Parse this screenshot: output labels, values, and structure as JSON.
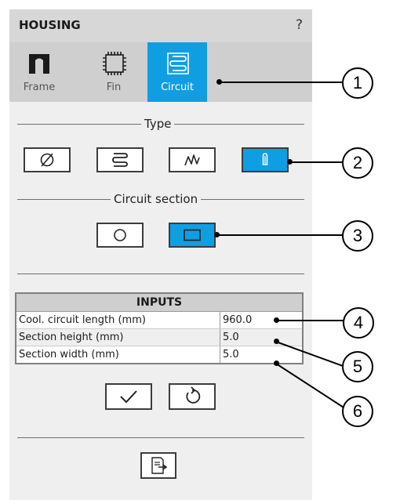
{
  "header": {
    "title": "HOUSING",
    "help": "?"
  },
  "tabs": [
    {
      "label": "Frame",
      "icon": "frame-icon",
      "active": false
    },
    {
      "label": "Fin",
      "icon": "fin-icon",
      "active": false
    },
    {
      "label": "Circuit",
      "icon": "circuit-icon",
      "active": true
    }
  ],
  "type_section": {
    "label": "Type",
    "options": [
      "diameter-icon",
      "serpentine-icon",
      "wave-icon",
      "hairpin-icon"
    ],
    "selected": "hairpin-icon"
  },
  "circuit_section": {
    "label": "Circuit section",
    "options": [
      "circle-section-icon",
      "rectangle-section-icon"
    ],
    "selected": "rectangle-section-icon"
  },
  "inputs": {
    "title": "INPUTS",
    "rows": [
      {
        "label": "Cool. circuit length (mm)",
        "value": "960.0"
      },
      {
        "label": "Section height (mm)",
        "value": "5.0"
      },
      {
        "label": "Section width (mm)",
        "value": "5.0"
      }
    ]
  },
  "callouts": [
    "1",
    "2",
    "3",
    "4",
    "5",
    "6"
  ],
  "colors": {
    "accent": "#109ee3",
    "panel": "#efefef",
    "header": "#d7d7d7",
    "tabbar": "#cfcfcf"
  }
}
